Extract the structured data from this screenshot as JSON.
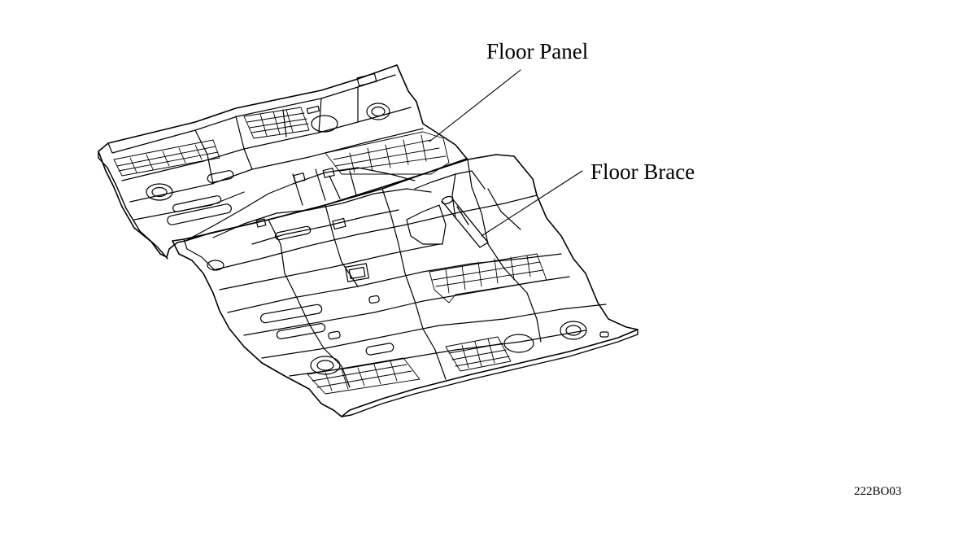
{
  "callouts": {
    "floor_panel": "Floor Panel",
    "floor_brace": "Floor Brace"
  },
  "figure_code": "222BO03",
  "line_color": "#000000",
  "background": "#ffffff"
}
